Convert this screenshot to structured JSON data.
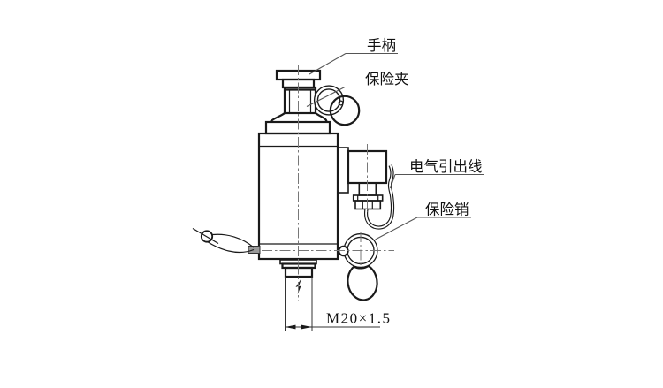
{
  "diagram": {
    "title": "solenoid-valve-assembly-drawing",
    "labels": {
      "handle": "手柄",
      "safety_clip": "保险夹",
      "electrical_lead": "电气引出线",
      "safety_pin": "保险销"
    },
    "dimension": {
      "thread": "M20×1.5"
    },
    "colors": {
      "line": "#1a1a1a",
      "centerline": "#777777",
      "background": "#ffffff"
    }
  }
}
